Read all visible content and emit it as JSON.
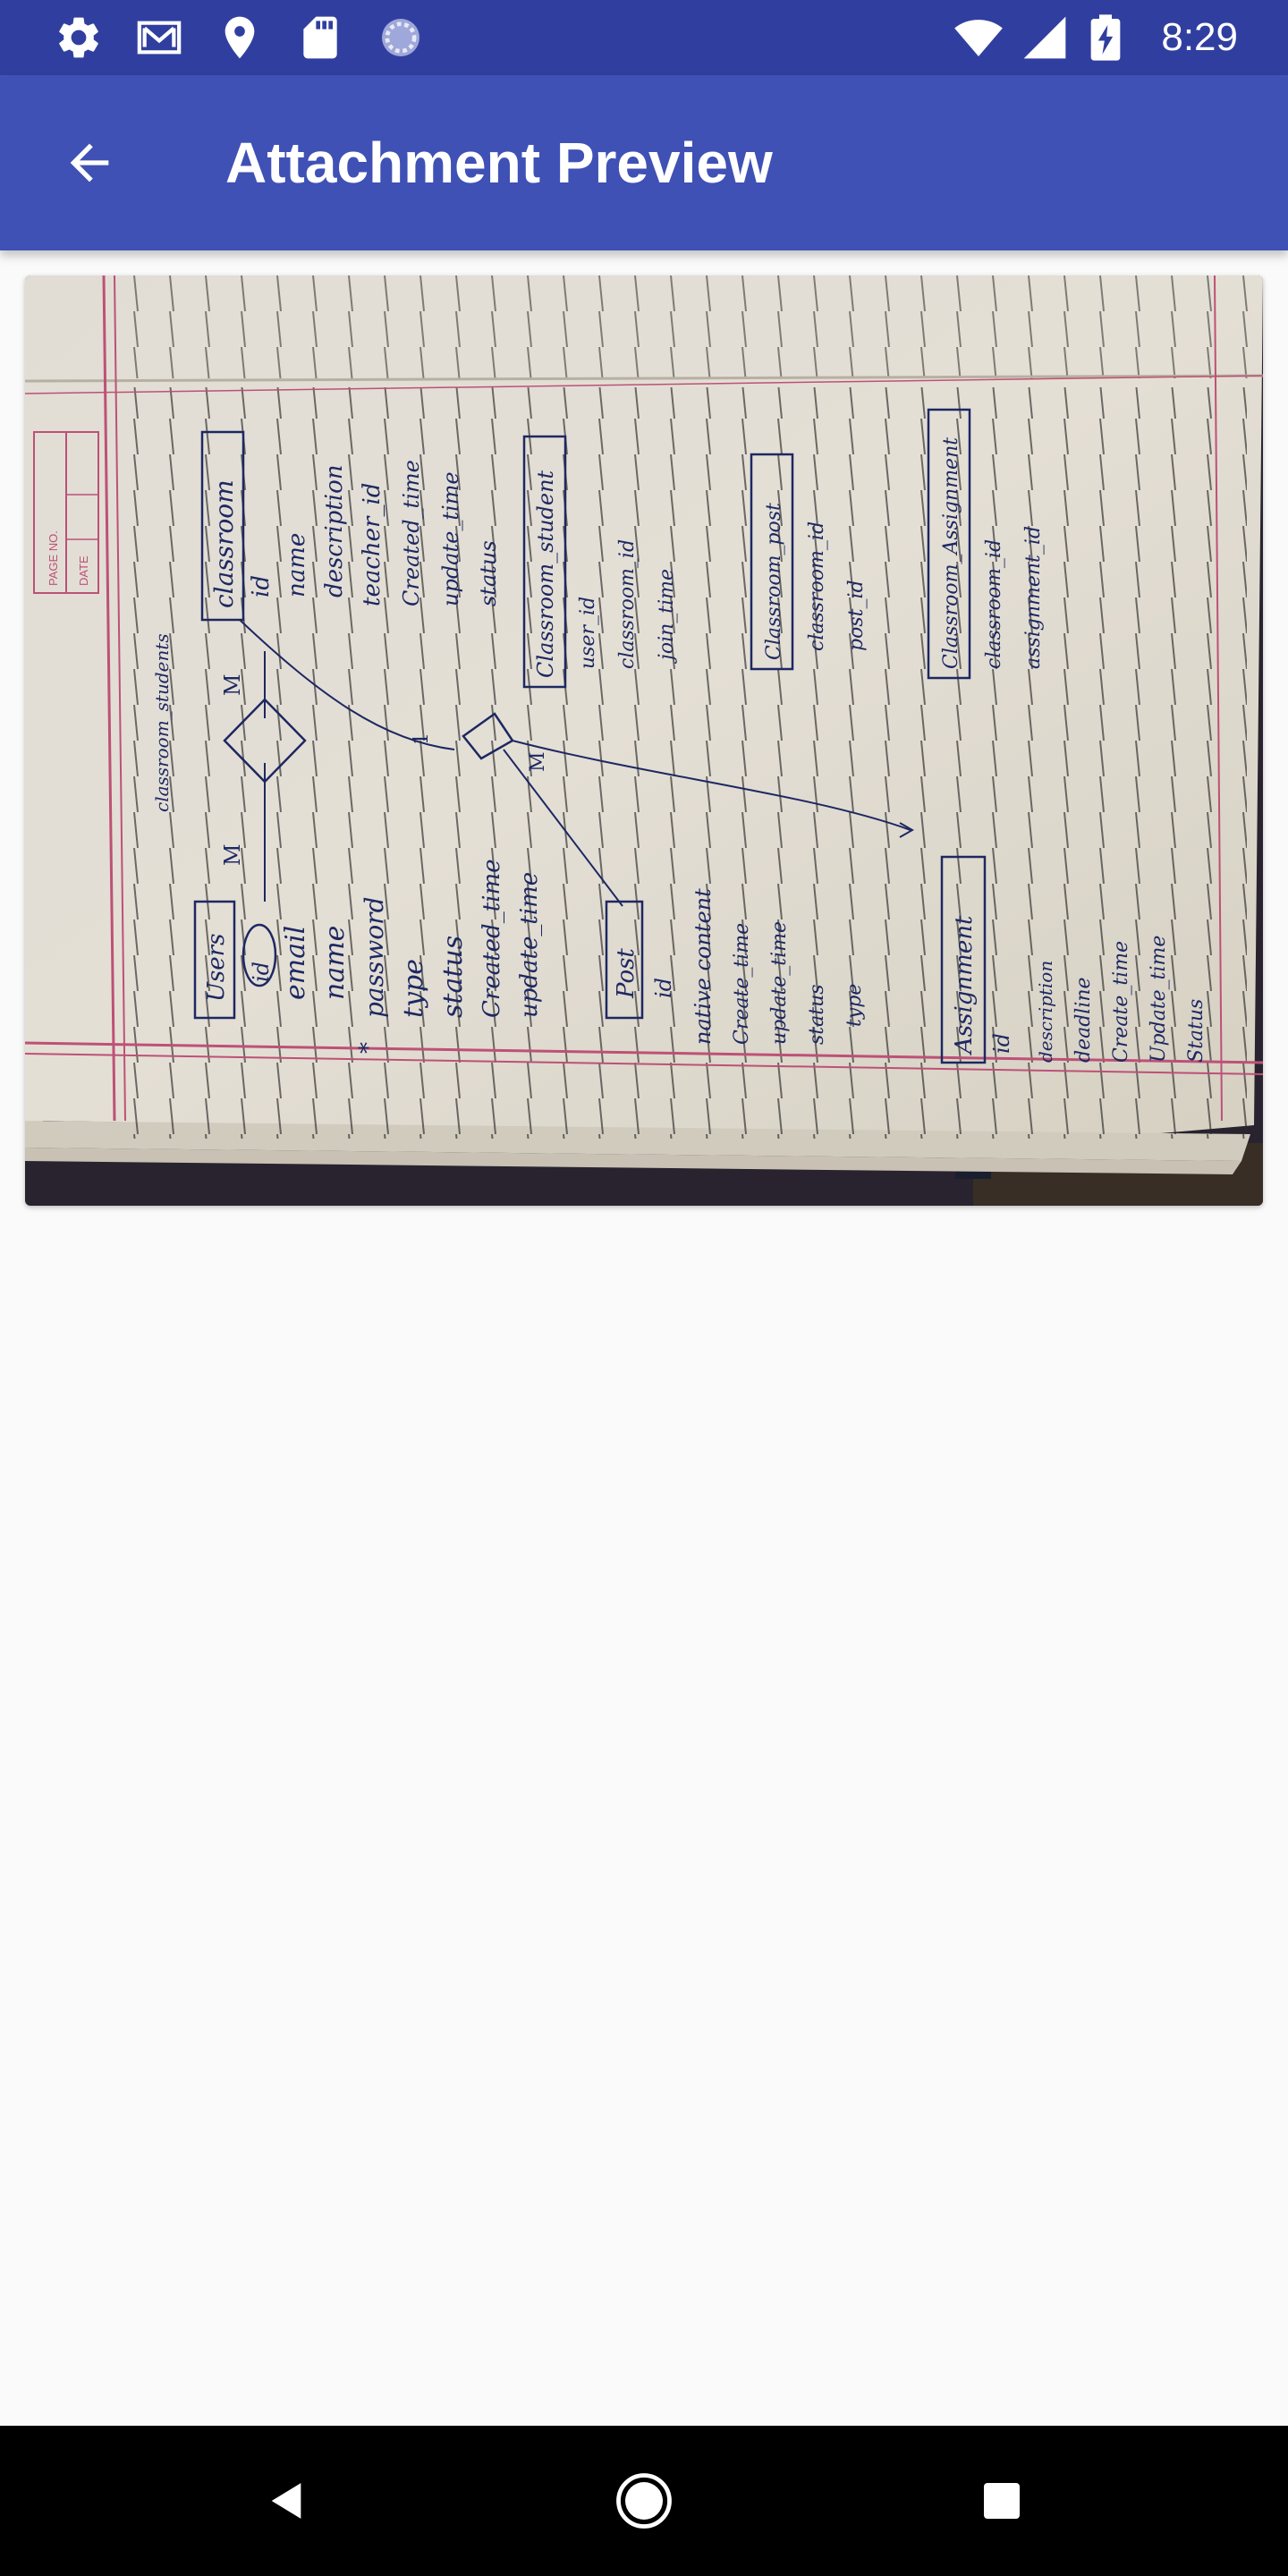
{
  "status_bar": {
    "time": "8:29",
    "left_icons": [
      "settings-icon",
      "gmail-icon",
      "location-icon",
      "sd-card-icon",
      "sync-icon"
    ],
    "right_icons": [
      "wifi-icon",
      "cell-signal-icon",
      "battery-charging-icon"
    ]
  },
  "app_bar": {
    "title": "Attachment Preview",
    "back_icon": "arrow-back-icon",
    "color": "#3f51b5",
    "status_color": "#303f9f"
  },
  "attachment": {
    "type": "photo of handwritten ER diagram on notebook page",
    "page_box": {
      "page_no_label": "PAGE NO.",
      "date_label": "DATE"
    },
    "handwritten": {
      "relation_top": "classroom_students",
      "m_top": "M",
      "m_mid": "M",
      "one_mark": "1",
      "m_right": "M",
      "star": "*",
      "users": {
        "title": "Users",
        "fields": [
          "id",
          "email",
          "name",
          "password",
          "type",
          "status",
          "Created_time",
          "update_time"
        ]
      },
      "classroom": {
        "title": "classroom",
        "fields": [
          "id",
          "name",
          "description",
          "teacher_id",
          "Created_time",
          "update_time",
          "status"
        ]
      },
      "classroom_student": {
        "title": "Classroom_student",
        "fields": [
          "user_id",
          "classroom_id",
          "join_time"
        ]
      },
      "post": {
        "title": "Post",
        "fields": [
          "id",
          "native content",
          "Create_time",
          "update_time",
          "status",
          "type"
        ]
      },
      "classroom_post": {
        "title": "Classroom_post",
        "fields": [
          "classroom_id",
          "post_id"
        ]
      },
      "assignment": {
        "title": "Assignment",
        "fields": [
          "id",
          "description",
          "deadline",
          "Create_time",
          "Update_time",
          "Status"
        ]
      },
      "classroom_assignment": {
        "title": "Classroom_Assignment",
        "fields": [
          "classroom_id",
          "assignment_id"
        ]
      }
    }
  },
  "nav_bar": {
    "back_icon": "nav-back-icon",
    "home_icon": "nav-home-icon",
    "recents_icon": "nav-recents-icon"
  }
}
